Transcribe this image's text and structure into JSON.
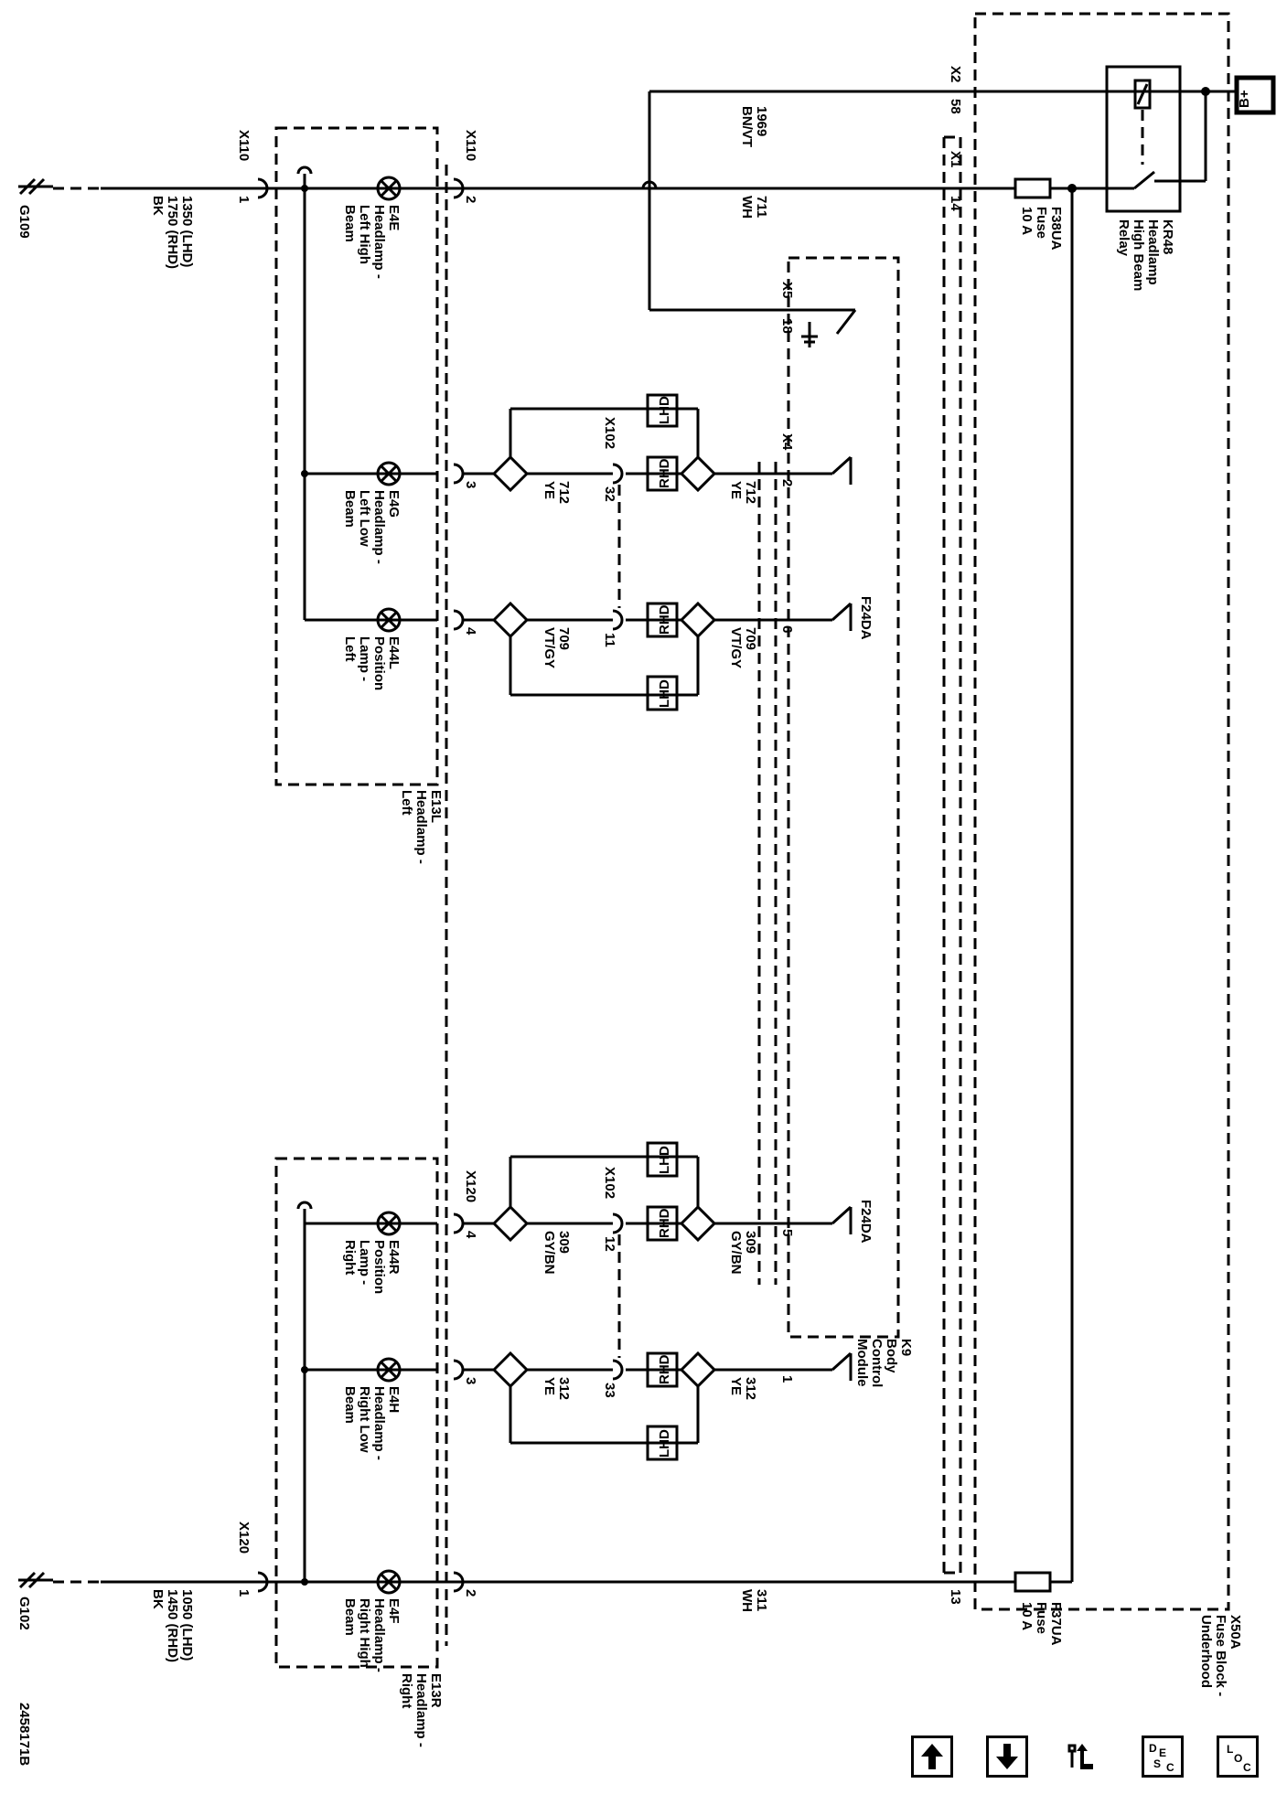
{
  "diagram_id": "2458171B",
  "labels": {
    "bplus": "B+",
    "x2": "X2",
    "x2_pin": "58",
    "x1": "X1",
    "x1_pin": "14",
    "circ_1969": "1969",
    "col_1969": "BN/VT",
    "circ_711": "711",
    "col_711": "WH",
    "f38": "F38UA",
    "f38b": "Fuse",
    "f38c": "10 A",
    "kr48a": "KR48",
    "kr48b": "Headlamp",
    "kr48c": "High Beam",
    "kr48d": "Relay",
    "x5": "X5",
    "x5_pin": "18",
    "x4": "X4",
    "x4_pin2": "2",
    "x4_pin6": "6",
    "x4_pin5": "5",
    "x4_pin1": "1",
    "x13_pin": "13",
    "circ_712": "712",
    "col_712": "YE",
    "circ_709": "709",
    "col_709": "VT/GY",
    "circ_309": "309",
    "col_309": "GY/BN",
    "circ_312": "312",
    "col_312": "YE",
    "circ_311": "311",
    "col_311": "WH",
    "x102": "X102",
    "pin32": "32",
    "pin11": "11",
    "pin12": "12",
    "pin33": "33",
    "lhd": "LHD",
    "rhd": "RHD",
    "f24da": "F24DA",
    "k9a": "K9",
    "k9b": "Body",
    "k9c": "Control",
    "k9d": "Module",
    "f37": "F37UA",
    "f37b": "Fuse",
    "f37c": "10 A",
    "x50a": "X50A",
    "x50b": "Fuse Block -",
    "x50c": "Underhood",
    "x110": "X110",
    "x120": "X120",
    "pin1": "1",
    "pin2": "2",
    "pin3": "3",
    "pin4": "4",
    "gnd_l1": "1350 (LHD)",
    "gnd_l2": "1750 (RHD)",
    "gnd_l3": "BK",
    "gnd_r1": "1050 (LHD)",
    "gnd_r2": "1450 (RHD)",
    "gnd_r3": "BK",
    "g109": "G109",
    "g102": "G102",
    "e4e1": "E4E",
    "e4e2": "Headlamp -",
    "e4e3": "Left High",
    "e4e4": "Beam",
    "e4g1": "E4G",
    "e4g2": "Headlamp -",
    "e4g3": "Left Low",
    "e4g4": "Beam",
    "e44l1": "E44L",
    "e44l2": "Position",
    "e44l3": "Lamp -",
    "e44l4": "Left",
    "e13l1": "E13L",
    "e13l2": "Headlamp -",
    "e13l3": "Left",
    "e44r1": "E44R",
    "e44r2": "Position",
    "e44r3": "Lamp -",
    "e44r4": "Right",
    "e4h1": "E4H",
    "e4h2": "Headlamp -",
    "e4h3": "Right Low",
    "e4h4": "Beam",
    "e4f1": "E4F",
    "e4f2": "Headlamp -",
    "e4f3": "Right High",
    "e4f4": "Beam",
    "e13r1": "E13R",
    "e13r2": "Headlamp -",
    "e13r3": "Right"
  },
  "nav": {
    "up_icon": "arrow-up-icon",
    "down_icon": "arrow-down-icon",
    "schem_icon": "wrench-arrows-icon",
    "desc": {
      "d": "D",
      "e": "E",
      "s": "S",
      "c": "C"
    },
    "loc": {
      "l": "L",
      "o": "O",
      "c": "C"
    }
  }
}
